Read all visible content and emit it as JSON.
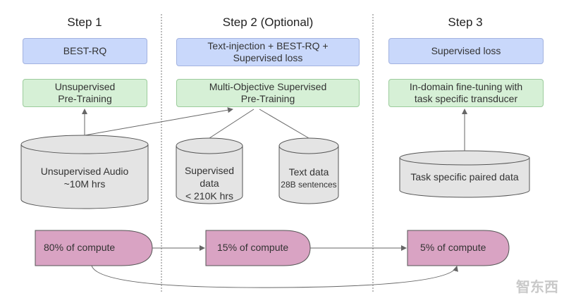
{
  "steps": {
    "step1": "Step 1",
    "step2": "Step 2 (Optional)",
    "step3": "Step 3"
  },
  "boxes": {
    "best_rq": "BEST-RQ",
    "text_injection_line1": "Text-injection + BEST-RQ +",
    "text_injection_line2": "Supervised loss",
    "supervised_loss": "Supervised loss",
    "unsup_pretrain_line1": "Unsupervised",
    "unsup_pretrain_line2": "Pre-Training",
    "multi_obj_line1": "Multi-Objective Supervised",
    "multi_obj_line2": "Pre-Training",
    "indomain_line1": "In-domain fine-tuning with",
    "indomain_line2": "task specific transducer"
  },
  "cylinders": {
    "unsup_audio_line1": "Unsupervised Audio",
    "unsup_audio_line2": "~10M hrs",
    "supervised_line1": "Supervised data",
    "supervised_line2": "< 210K hrs",
    "text_line1": "Text data",
    "text_line2": "28B sentences",
    "task_specific": "Task specific paired data"
  },
  "compute": {
    "c1": "80% of compute",
    "c2": "15% of compute",
    "c3": "5% of compute"
  },
  "watermark": "智东西",
  "colors": {
    "blue_box": "#c9d8fb",
    "green_box": "#d6f0d6",
    "cylinder": "#e4e4e4",
    "compute_shape": "#d9a3c3"
  }
}
